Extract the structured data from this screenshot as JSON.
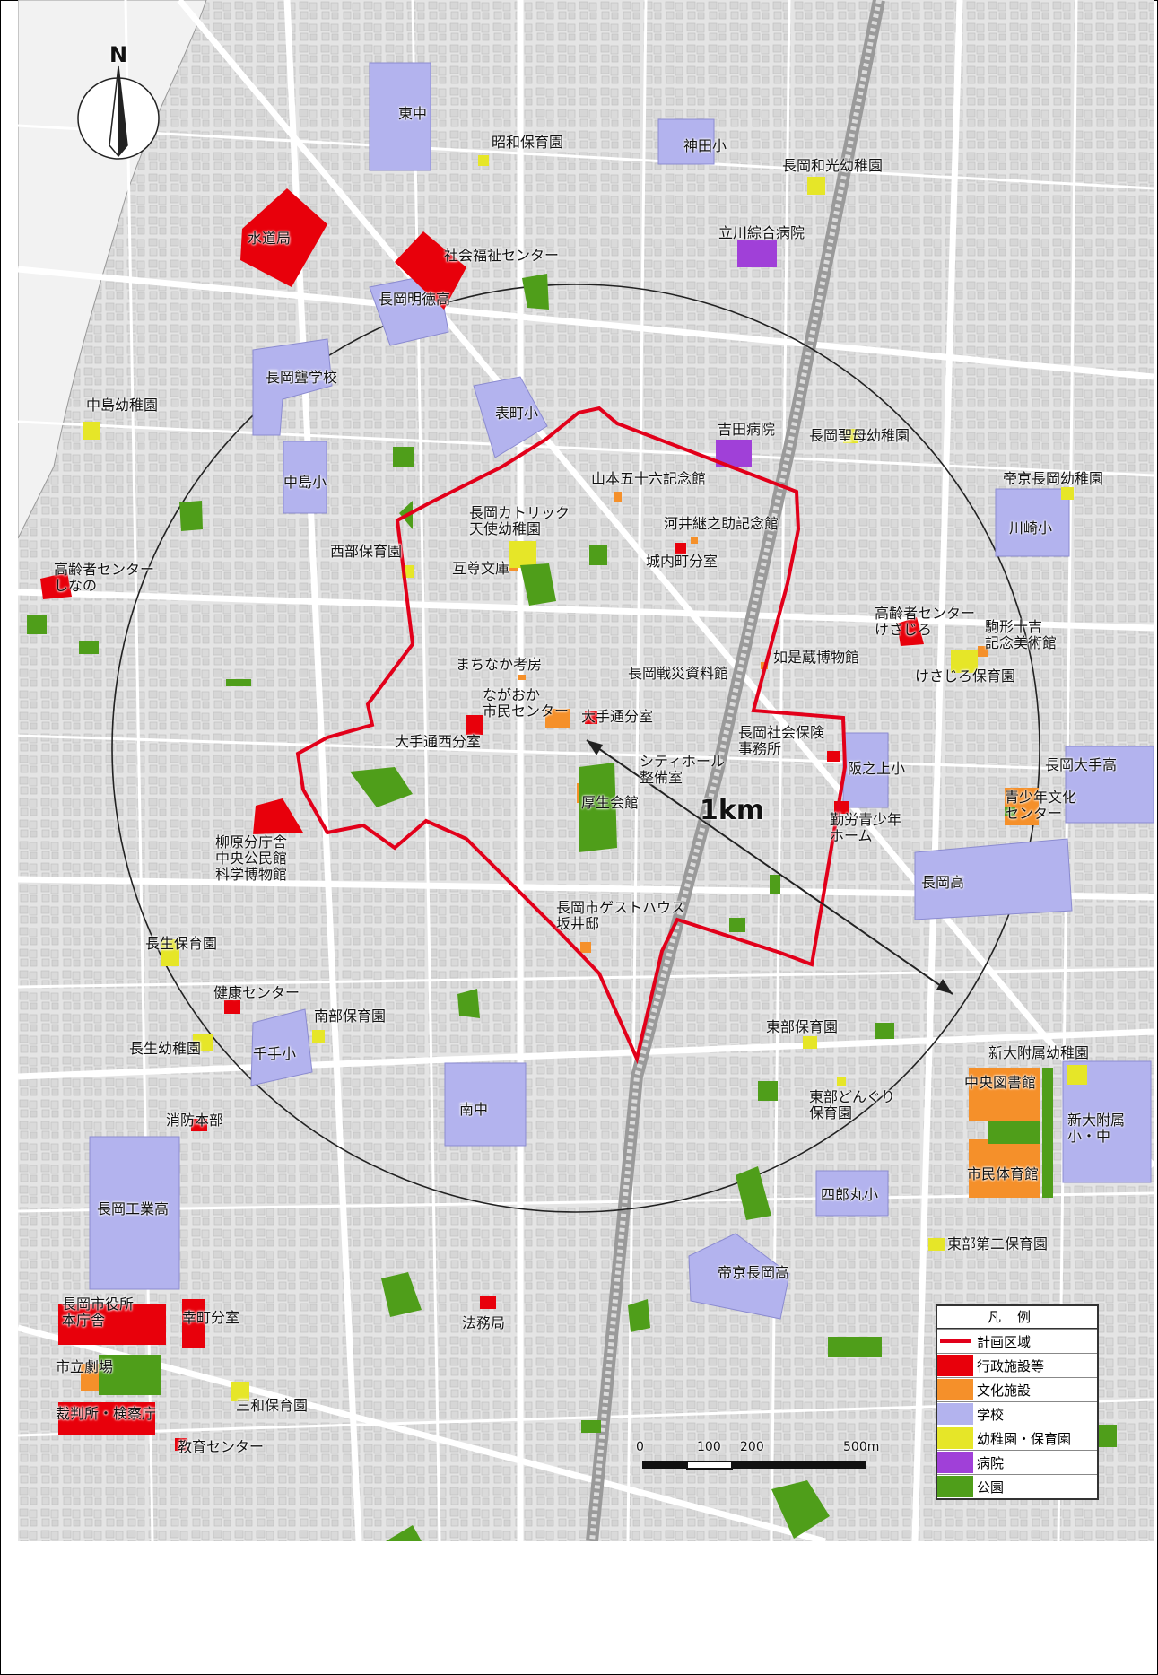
{
  "map": {
    "center_label": "1km",
    "north": "N",
    "colors": {
      "plan_area": "#e2001a",
      "admin": "#e8000b",
      "culture": "#f5902a",
      "school": "#b3b3ee",
      "kindergarten": "#e6e628",
      "hospital": "#a040d8",
      "park": "#4f9e1a",
      "base": "#e9e9e9",
      "road": "#ffffff"
    },
    "labels": [
      {
        "text": "東中"
      },
      {
        "text": "昭和保育園"
      },
      {
        "text": "神田小"
      },
      {
        "text": "長岡和光幼稚園"
      },
      {
        "text": "水道局"
      },
      {
        "text": "社会福祉センター"
      },
      {
        "text": "立川綜合病院"
      },
      {
        "text": "長岡明徳高"
      },
      {
        "text": "長岡聾学校"
      },
      {
        "text": "中島幼稚園"
      },
      {
        "text": "表町小"
      },
      {
        "text": "吉田病院"
      },
      {
        "text": "長岡聖母幼稚園"
      },
      {
        "text": "中島小"
      },
      {
        "text": "山本五十六記念館"
      },
      {
        "text": "帝京長岡幼稚園"
      },
      {
        "text": "長岡カトリック\n天使幼稚園"
      },
      {
        "text": "河井継之助記念館"
      },
      {
        "text": "川崎小"
      },
      {
        "text": "西部保育園"
      },
      {
        "text": "城内町分室"
      },
      {
        "text": "互尊文庫"
      },
      {
        "text": "高齢者センター\nしなの"
      },
      {
        "text": "高齢者センター\nけさじろ"
      },
      {
        "text": "駒形十吉\n記念美術館"
      },
      {
        "text": "如是蔵博物館"
      },
      {
        "text": "けさじろ保育園"
      },
      {
        "text": "まちなか考房"
      },
      {
        "text": "長岡戦災資料館"
      },
      {
        "text": "ながおか\n市民センター"
      },
      {
        "text": "大手通分室"
      },
      {
        "text": "大手通西分室"
      },
      {
        "text": "長岡社会保険\n事務所"
      },
      {
        "text": "長岡大手高"
      },
      {
        "text": "シティホール\n整備室"
      },
      {
        "text": "阪之上小"
      },
      {
        "text": "厚生会館"
      },
      {
        "text": "青少年文化\nセンター"
      },
      {
        "text": "勤労青少年\nホーム"
      },
      {
        "text": "柳原分庁舎\n中央公民館\n科学博物館"
      },
      {
        "text": "長岡高"
      },
      {
        "text": "長岡市ゲストハウス\n坂井邸"
      },
      {
        "text": "長生保育園"
      },
      {
        "text": "健康センター"
      },
      {
        "text": "南部保育園"
      },
      {
        "text": "東部保育園"
      },
      {
        "text": "長生幼稚園"
      },
      {
        "text": "千手小"
      },
      {
        "text": "新大附属幼稚園"
      },
      {
        "text": "中央図書館"
      },
      {
        "text": "東部どんぐり\n保育園"
      },
      {
        "text": "南中"
      },
      {
        "text": "新大附属\n小・中"
      },
      {
        "text": "消防本部"
      },
      {
        "text": "市民体育館"
      },
      {
        "text": "四郎丸小"
      },
      {
        "text": "長岡工業高"
      },
      {
        "text": "東部第二保育園"
      },
      {
        "text": "帝京長岡高"
      },
      {
        "text": "長岡市役所\n本庁舎"
      },
      {
        "text": "幸町分室"
      },
      {
        "text": "法務局"
      },
      {
        "text": "市立劇場"
      },
      {
        "text": "三和保育園"
      },
      {
        "text": "裁判所・検察庁"
      },
      {
        "text": "教育センター"
      }
    ]
  },
  "legend": {
    "title": "凡例",
    "items": [
      {
        "label": "計画区域",
        "type": "line",
        "color": "#e2001a"
      },
      {
        "label": "行政施設等",
        "type": "fill",
        "color": "#e8000b"
      },
      {
        "label": "文化施設",
        "type": "fill",
        "color": "#f5902a"
      },
      {
        "label": "学校",
        "type": "fill",
        "color": "#b3b3ee"
      },
      {
        "label": "幼稚園・保育園",
        "type": "fill",
        "color": "#e6e628"
      },
      {
        "label": "病院",
        "type": "fill",
        "color": "#a040d8"
      },
      {
        "label": "公園",
        "type": "fill",
        "color": "#4f9e1a"
      }
    ]
  },
  "scale": {
    "ticks": [
      "0",
      "100",
      "200",
      "500m"
    ]
  }
}
